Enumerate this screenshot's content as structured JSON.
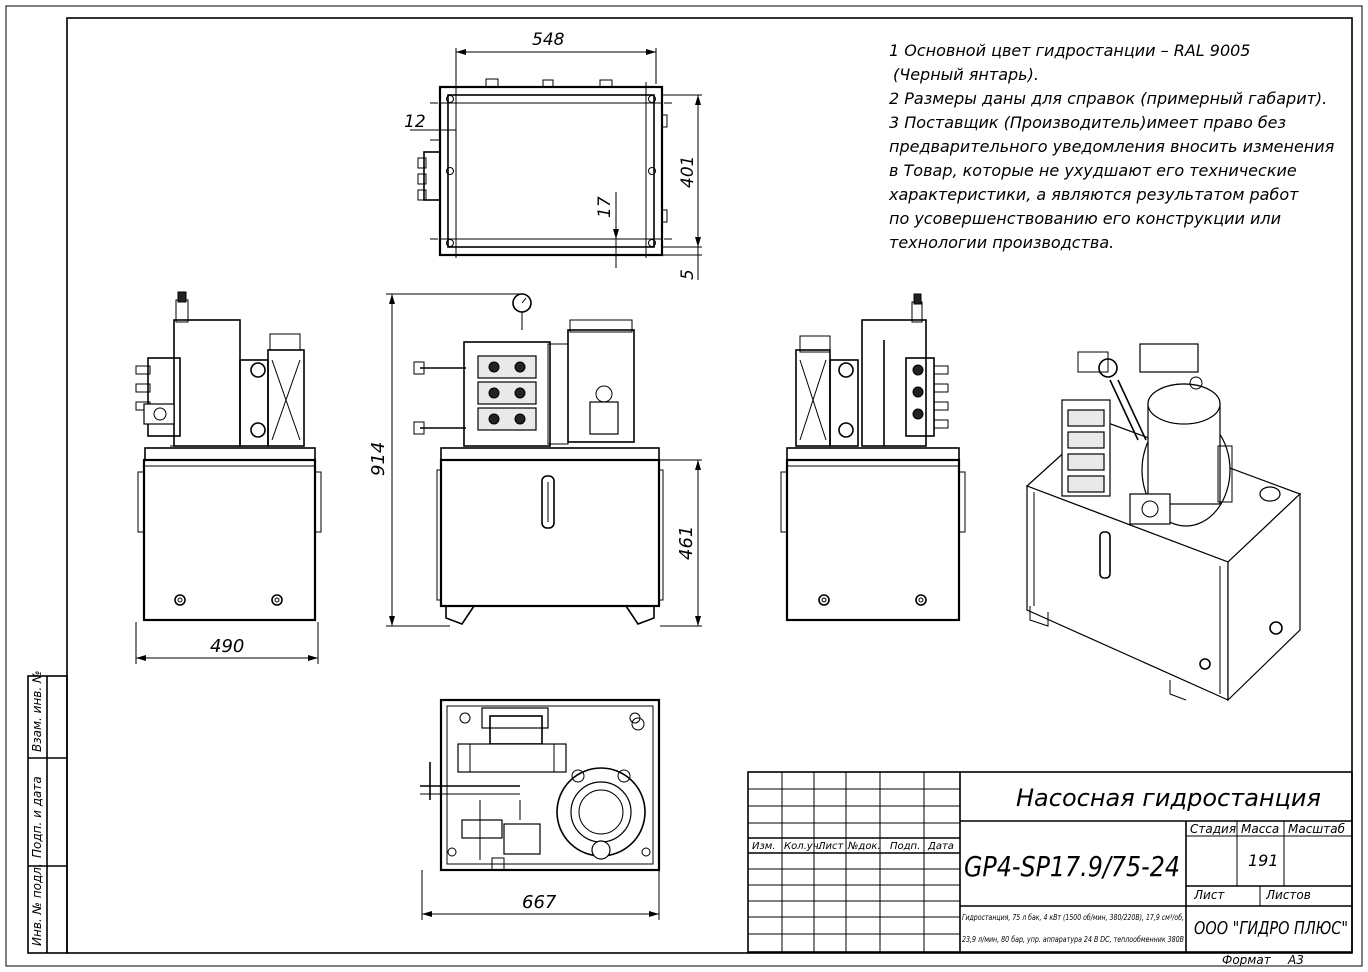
{
  "notes": [
    "1 Основной цвет гидростанции – RAL 9005",
    " (Черный янтарь).",
    "2 Размеры даны для справок (примерный габарит).",
    "3 Поставщик (Производитель)имеет право без",
    "предварительного уведомления вносить изменения",
    "в Товар, которые не ухудшают его технические",
    "характеристики, а являются результатом работ",
    "по усовершенствованию его конструкции или",
    "технологии производства."
  ],
  "dimensions": {
    "top_width": "548",
    "top_offset": "12",
    "top_depth": "401",
    "top_small": "17",
    "top_base": "5",
    "side_width": "490",
    "front_height": "914",
    "tank_height": "461",
    "bottom_width": "667"
  },
  "side_stamps": {
    "vzam_inv": "Взам. инв. №",
    "podp_data": "Подп. и дата",
    "inv_podl": "Инв. № подл."
  },
  "title_block": {
    "name": "Насосная гидростанция",
    "designation": "GP4-SP17.9/75-24",
    "columns": [
      "Изм.",
      "Кол.уч.",
      "Лист",
      "№док.",
      "Подп.",
      "Дата"
    ],
    "stage_label": "Стадия",
    "mass_label": "Масса",
    "scale_label": "Масштаб",
    "mass_value": "191",
    "sheet_label": "Лист",
    "sheets_label": "Листов",
    "description_line1": "Гидростанция, 75 л бак, 4 кВт (1500 об/мин, 380/220В), 17,9 см³/об,",
    "description_line2": "23,9 л/мин, 80 бар, упр. аппаратура 24 В DC, теплообменник 380В",
    "company": "ООО \"ГИДРО ПЛЮС\"",
    "format_label": "Формат",
    "format_value": "А3"
  }
}
